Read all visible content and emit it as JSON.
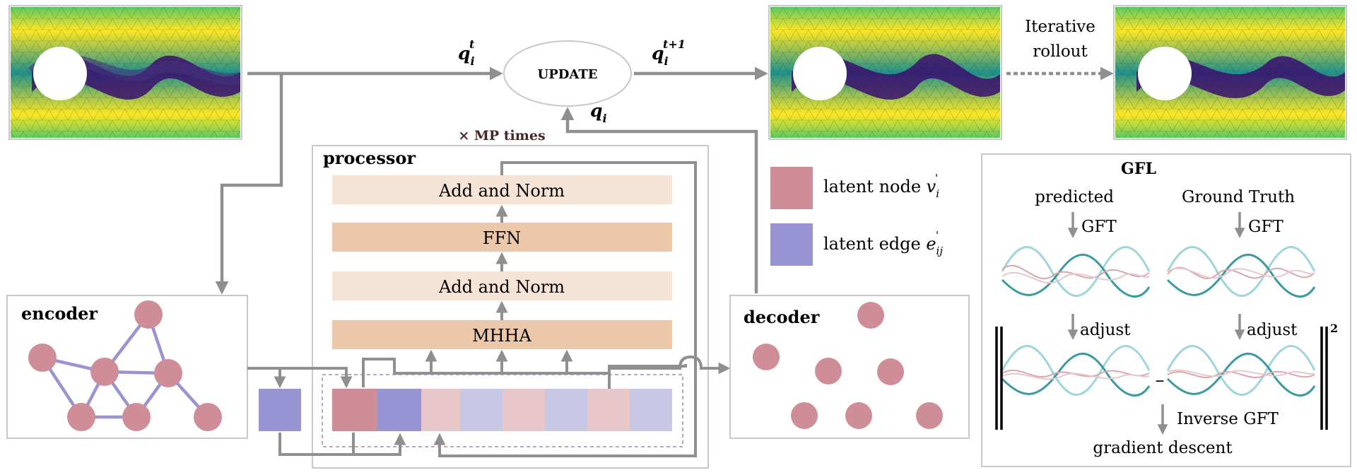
{
  "flow": {
    "update_label": "UPDATE",
    "q_t_base": "q",
    "q_t_sub": "i",
    "q_t_sup": "t",
    "q_t1_base": "q",
    "q_t1_sub": "i",
    "q_t1_sup": "t+1",
    "q_i_base": "q",
    "q_i_sub": "i",
    "iterative_line1": "Iterative",
    "iterative_line2": "rollout",
    "mp_times": "× MP times"
  },
  "encoder": {
    "title": "encoder"
  },
  "processor": {
    "title": "processor",
    "layers": [
      "Add and Norm",
      "FFN",
      "Add and Norm",
      "MHHA"
    ]
  },
  "decoder": {
    "title": "decoder"
  },
  "legend": {
    "node_label": "latent node ",
    "node_symbol_base": "v",
    "node_symbol_sub": "i",
    "node_symbol_sup": "'",
    "edge_label": "latent edge ",
    "edge_symbol_base": "e",
    "edge_symbol_sub": "ij",
    "edge_symbol_sup": "'"
  },
  "gfl": {
    "title": "GFL",
    "predicted": "predicted",
    "ground_truth": "Ground Truth",
    "gft_left": "GFT",
    "gft_right": "GFT",
    "adjust_left": "adjust",
    "adjust_right": "adjust",
    "minus": "–",
    "exponent": "2",
    "inverse_gft": "Inverse GFT",
    "gradient_descent": "gradient descent"
  },
  "colors": {
    "node": "#cf8e97",
    "edge": "#9893d2",
    "node_light": "#e8c7cb",
    "edge_light": "#c9c7e6",
    "layer_light": "#f5e3d6",
    "layer_dark": "#ecc8ab",
    "arrow": "#8f8f8f",
    "wave_dark": "#3a9a9e",
    "wave_light": "#9fd6da",
    "wave_pink": "#d9a6ad"
  }
}
